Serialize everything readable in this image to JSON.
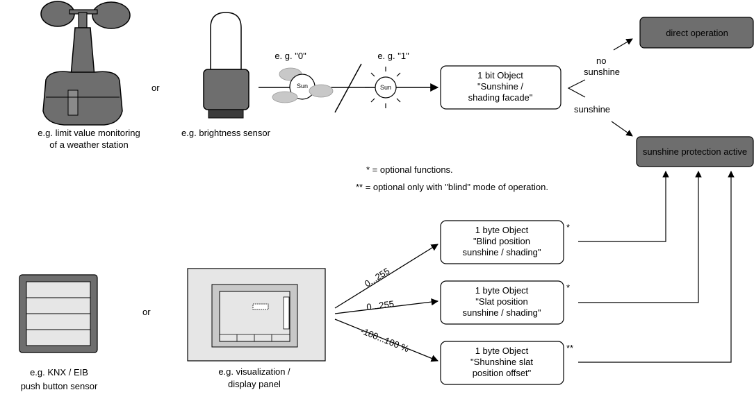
{
  "sources": {
    "weather_station_caption": [
      "e.g. limit value monitoring",
      "of a weather station"
    ],
    "or_top": "or",
    "brightness_caption": "e.g. brightness sensor",
    "knx_caption": [
      "e.g. KNX / EIB",
      "push button sensor"
    ],
    "or_bottom": "or",
    "visualization_caption": [
      "e.g. visualization /",
      "display panel"
    ]
  },
  "signal": {
    "value_0": "e. g. \"0\"",
    "value_1": "e. g. \"1\"",
    "sun_label": "Sun"
  },
  "objects": {
    "sunshine": [
      "1 bit Object",
      "\"Sunshine /",
      "shading facade\""
    ],
    "blind": [
      "1 byte Object",
      "\"Blind position",
      "sunshine / shading\""
    ],
    "slat": [
      "1 byte Object",
      "\"Slat position",
      "sunshine / shading\""
    ],
    "offset": [
      "1 byte Object",
      "\"Shunshine slat",
      "position offset\""
    ]
  },
  "markers": {
    "blind": "*",
    "slat": "*",
    "offset": "**"
  },
  "ranges": {
    "blind": "0...255",
    "slat": "0...255",
    "offset": "-100...100 %"
  },
  "branches": {
    "no_sunshine": [
      "no",
      "sunshine"
    ],
    "sunshine": "sunshine"
  },
  "results": {
    "direct": "direct operation",
    "protection": "sunshine protection active"
  },
  "notes": {
    "optional": "* = optional functions.",
    "optional_blind": "** = optional only with \"blind\" mode of operation."
  },
  "colors": {
    "dark_fill": "#6e6e6e",
    "light_fill": "#c8c8c8",
    "panel_fill": "#e6e6e6",
    "stroke": "#000000"
  }
}
